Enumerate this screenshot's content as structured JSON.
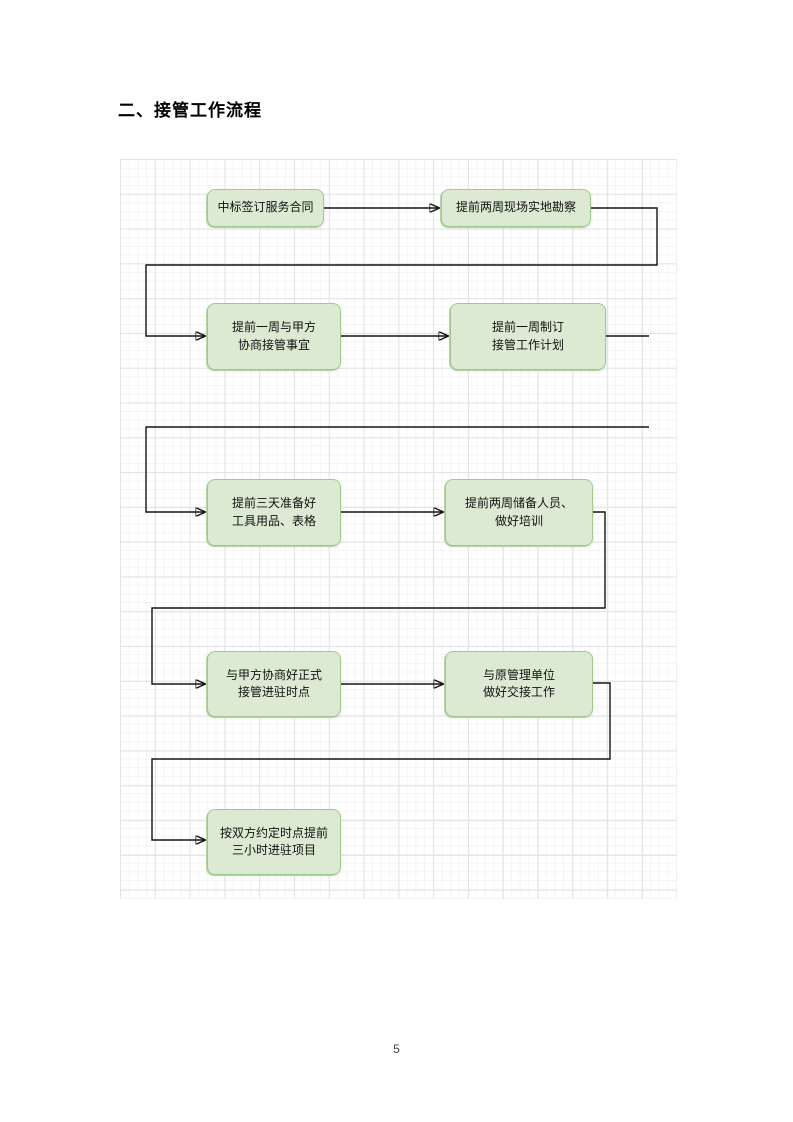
{
  "page": {
    "title": "二、接管工作流程",
    "page_number": "5"
  },
  "colors": {
    "node_fill": "#dcead3",
    "node_border": "#9fc88d",
    "connector": "#141414",
    "grid_major": "#e3e3e3",
    "grid_minor": "#f4f4f4"
  },
  "flowchart": {
    "nodes": [
      {
        "id": "win-bid",
        "line1": "中标签订服务合同",
        "line2": ""
      },
      {
        "id": "site-survey",
        "line1": "提前两周现场实地勘察",
        "line2": ""
      },
      {
        "id": "consult-partya",
        "line1": "提前一周与甲方",
        "line2": "协商接管事宜"
      },
      {
        "id": "make-plan",
        "line1": "提前一周制订",
        "line2": "接管工作计划"
      },
      {
        "id": "prepare-tools",
        "line1": "提前三天准备好",
        "line2": "工具用品、表格"
      },
      {
        "id": "reserve-staff",
        "line1": "提前两周储备人员、",
        "line2": "做好培训"
      },
      {
        "id": "agree-time",
        "line1": "与甲方协商好正式",
        "line2": "接管进驻时点"
      },
      {
        "id": "handover-work",
        "line1": "与原管理单位",
        "line2": "做好交接工作"
      },
      {
        "id": "enter-project",
        "line1": "按双方约定时点提前",
        "line2": "三小时进驻项目"
      }
    ],
    "flow_order": "1→2→3→4→5→6→7→8→9"
  }
}
